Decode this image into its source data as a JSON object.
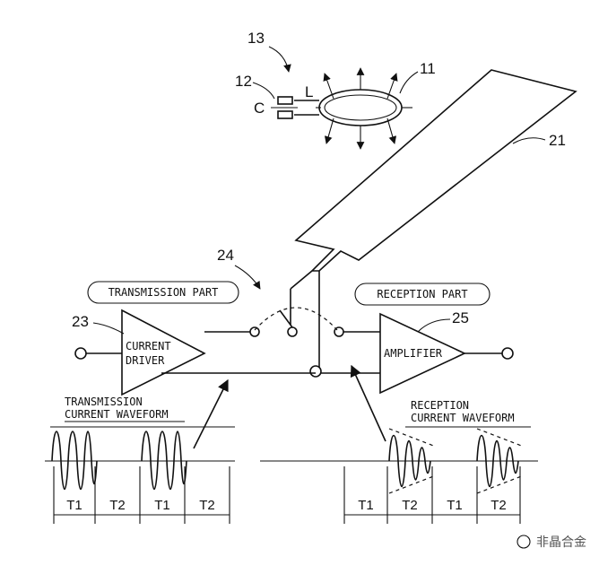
{
  "refs": {
    "r13": "13",
    "r12": "12",
    "r11": "11",
    "r21": "21",
    "r24": "24",
    "r23": "23",
    "r25": "25"
  },
  "coil": {
    "c_label": "C",
    "l_label": "L"
  },
  "transmission": {
    "part_label": "TRANSMISSION PART",
    "driver_line1": "CURRENT",
    "driver_line2": "DRIVER",
    "waveform_line1": "TRANSMISSION",
    "waveform_line2": "CURRENT WAVEFORM",
    "timing": [
      "T1",
      "T2",
      "T1",
      "T2"
    ]
  },
  "reception": {
    "part_label": "RECEPTION PART",
    "amplifier_label": "AMPLIFIER",
    "waveform_line1": "RECEPTION",
    "waveform_line2": "CURRENT WAVEFORM",
    "timing": [
      "T1",
      "T2",
      "T1",
      "T2"
    ]
  },
  "watermark": "非晶合金"
}
